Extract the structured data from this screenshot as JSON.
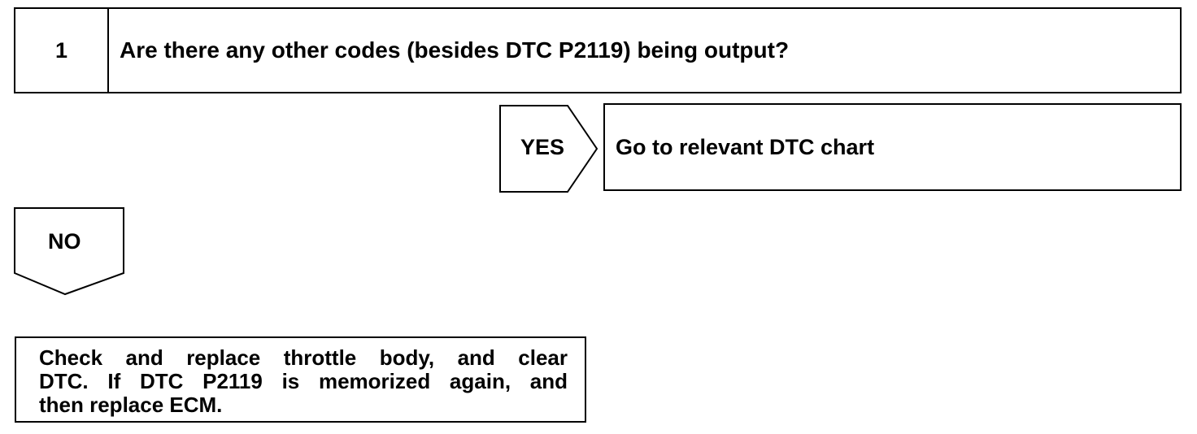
{
  "step": {
    "number": "1",
    "question": "Are there any other codes (besides DTC P2119) being output?"
  },
  "yes_branch": {
    "label": "YES",
    "result": "Go to relevant DTC chart"
  },
  "no_branch": {
    "label": "NO"
  },
  "action": {
    "lines": [
      "Check and replace throttle body, and clear",
      "DTC. If DTC P2119 is memorized again, and",
      "then replace ECM."
    ]
  }
}
